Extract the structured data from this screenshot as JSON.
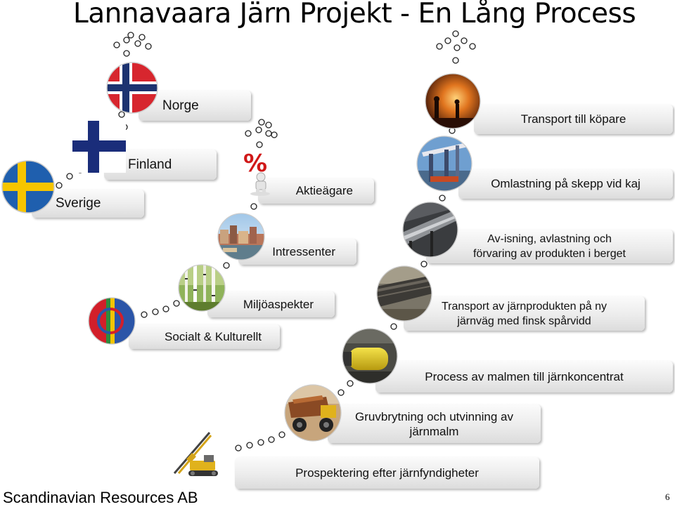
{
  "title": "Lannavaara Järn Projekt - En Lång Process",
  "footer": "Scandinavian Resources AB",
  "page_number": "6",
  "left_chain": {
    "sverige": "Sverige",
    "finland": "Finland",
    "norge": "Norge",
    "aktieagare": "Aktieägare",
    "intressenter": "Intressenter",
    "miljoaspekter": "Miljöaspekter",
    "socialt": "Socialt  & Kulturellt"
  },
  "process_steps": {
    "transport_kopare": "Transport till köpare",
    "omlastning": "Omlastning på skepp vid kaj",
    "avisning_1": "Av-isning, avlastning och",
    "avisning_2": "förvaring av produkten i berget",
    "transport_jarnvag_1": "Transport av järnprodukten på ny",
    "transport_jarnvag_2": "järnväg med finsk spårvidd",
    "process": "Process av malmen till järnkoncentrat",
    "gruvbrytning_1": "Gruvbrytning och utvinning av",
    "gruvbrytning_2": "järnmalm",
    "prospektering": "Prospektering efter järnfyndigheter"
  },
  "icons": [
    "swedish-flag-icon",
    "finnish-flag-icon",
    "norwegian-flag-icon",
    "percent-figure-icon",
    "city-photo-icon",
    "birch-forest-icon",
    "sami-flag-icon",
    "steelworks-photo-icon",
    "ship-loader-photo-icon",
    "conveyor-photo-icon",
    "railway-wagons-photo-icon",
    "ore-mill-photo-icon",
    "dump-truck-photo-icon",
    "drill-rig-icon"
  ],
  "colors": {
    "sweden_blue": "#1f5fae",
    "sweden_yellow": "#f6c500",
    "finland_blue": "#1a2d7a",
    "norway_red": "#d7262e",
    "norway_blue": "#1d3370",
    "sami_red": "#d21f2a",
    "sami_blue": "#2b55a8",
    "sami_green": "#2e8b3d",
    "sami_yellow": "#f5c400"
  }
}
